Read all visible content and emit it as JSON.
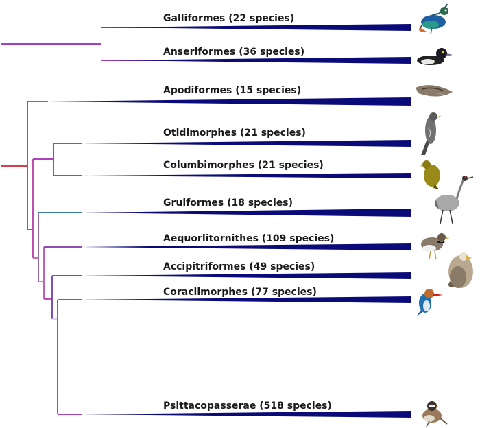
{
  "colors": {
    "wedge": "#0a0a78",
    "branch_red": "#d0404a",
    "branch_magenta": "#b040b8",
    "branch_purple": "#9040c0",
    "branch_blue": "#4050c0",
    "branch_teal": "#3a7fa0",
    "branch_pink": "#d070b0"
  },
  "clades": [
    {
      "label": "Galliformes (22 species)",
      "bird": "monal-pheasant-icon"
    },
    {
      "label": "Anseriformes (36 species)",
      "bird": "tufted-duck-icon"
    },
    {
      "label": "Apodiformes (15 species)",
      "bird": "nightjar-icon"
    },
    {
      "label": "Otidimorphes (21 species)",
      "bird": "cuckoo-icon"
    },
    {
      "label": "Columbimorphes (21 species)",
      "bird": "green-pigeon-icon"
    },
    {
      "label": "Gruiformes (18 species)",
      "bird": "crane-icon"
    },
    {
      "label": "Aequorlitornithes (109 species)",
      "bird": "plover-icon"
    },
    {
      "label": "Accipitriformes (49 species)",
      "bird": "vulture-icon"
    },
    {
      "label": "Coraciimorphes (77 species)",
      "bird": "kingfisher-icon"
    },
    {
      "label": "Psittacopasserae (518 species)",
      "bird": "sparrow-icon"
    }
  ]
}
